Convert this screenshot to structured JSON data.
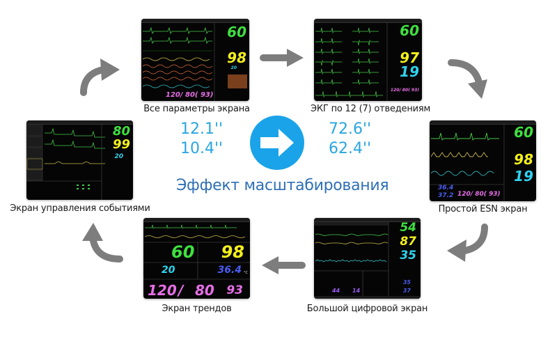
{
  "center": {
    "title": "Эффект масштабирования",
    "sizes_left": [
      "12.1''",
      "10.4''"
    ],
    "sizes_right": [
      "72.6''",
      "62.4''"
    ],
    "arrow_icon": "arrow-right-circle",
    "colors": {
      "accent": "#1aa3e8",
      "size_text": "#29a6e0",
      "title_text": "#2f6fb6"
    }
  },
  "screens": [
    {
      "id": "all-params",
      "caption": "Все параметры экрана",
      "values": {
        "hr": "60",
        "spo2": "98",
        "resp": "20",
        "nibp": "120/ 80( 93)"
      }
    },
    {
      "id": "ecg-12",
      "caption": "ЭКГ по 12 (7) отведениям",
      "values": {
        "hr": "60",
        "spo2": "97",
        "resp": "19",
        "nibp": "120/ 80( 93)"
      }
    },
    {
      "id": "esn",
      "caption": "Простой ESN экран",
      "values": {
        "hr": "60",
        "spo2": "98",
        "resp": "19",
        "t1": "36.4",
        "t2": "37.2",
        "nibp": "120/ 80( 93)"
      }
    },
    {
      "id": "big-digits",
      "caption": "Большой цифровой экран",
      "values": {
        "hr": "54",
        "spo2": "87",
        "resp": "35",
        "t1": "35",
        "t2": "37",
        "etco2_a": "44",
        "etco2_b": "14"
      }
    },
    {
      "id": "trends",
      "caption": "Экран трендов",
      "values": {
        "hr": "60",
        "spo2": "98",
        "resp": "20",
        "temp": "36.4",
        "temp_unit": "°C",
        "nibp_sys": "120",
        "nibp_dia": "80",
        "nibp_map": "93"
      }
    },
    {
      "id": "events",
      "caption": "Экран управления событиями",
      "values": {
        "hr": "80",
        "spo2": "99",
        "resp": "20"
      }
    }
  ],
  "cycle_arrows": [
    "curved-arrow-up-right",
    "arrow-right",
    "curved-arrow-down-right",
    "curved-arrow-down-left",
    "arrow-left",
    "curved-arrow-up-left"
  ],
  "colors": {
    "hr": "#3fe03f",
    "spo2": "#f4f01c",
    "resp": "#2fd3ee",
    "temp": "#4a5cf0",
    "nibp": "#e86ee8",
    "arrow_gray": "#7d7d7d"
  }
}
